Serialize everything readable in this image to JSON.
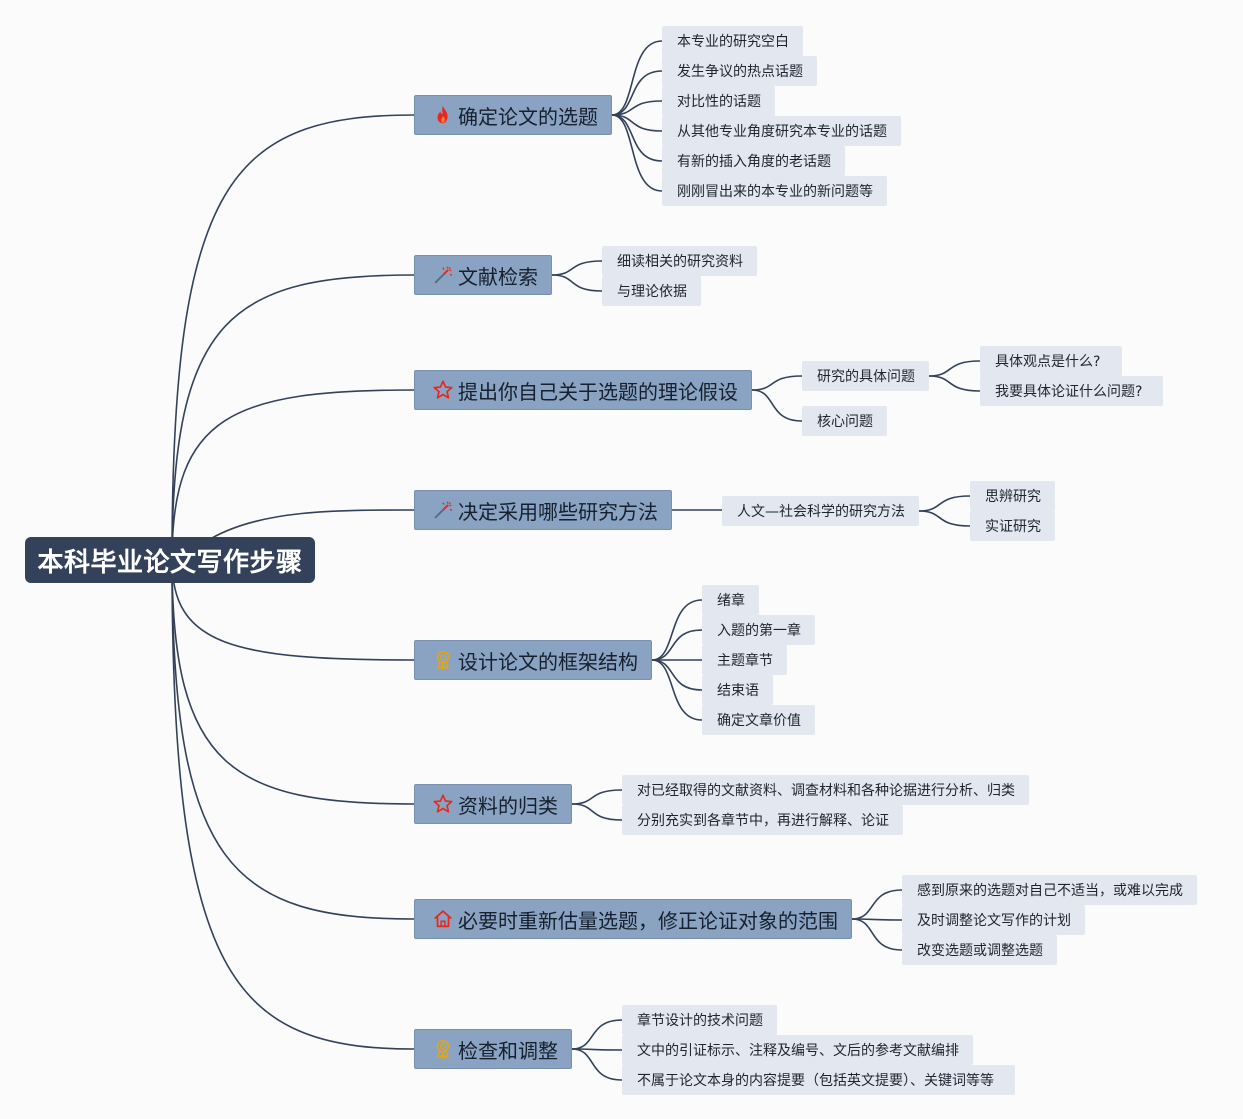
{
  "root": {
    "label": "本科毕业论文写作步骤"
  },
  "topics": [
    {
      "label": "确定论文的选题",
      "icon": "fire-icon",
      "children": [
        "本专业的研究空白",
        "发生争议的热点话题",
        "对比性的话题",
        "从其他专业角度研究本专业的话题",
        "有新的插入角度的老话题",
        "刚刚冒出来的本专业的新问题等"
      ]
    },
    {
      "label": "文献检索",
      "icon": "magic-wand-icon",
      "children": [
        "细读相关的研究资料",
        "与理论依据"
      ]
    },
    {
      "label": "提出你自己关于选题的理论假设",
      "icon": "star-icon",
      "children": [
        "研究的具体问题",
        "核心问题"
      ],
      "sub": [
        "具体观点是什么?",
        "我要具体论证什么问题?"
      ]
    },
    {
      "label": "决定采用哪些研究方法",
      "icon": "magic-wand-icon",
      "children": [
        "人文—社会科学的研究方法"
      ],
      "sub": [
        "思辨研究",
        "实证研究"
      ]
    },
    {
      "label": "设计论文的框架结构",
      "icon": "award-ribbon-icon",
      "children": [
        "绪章",
        "入题的第一章",
        "主题章节",
        "结束语",
        "确定文章价值"
      ]
    },
    {
      "label": "资料的归类",
      "icon": "star-icon",
      "children": [
        "对已经取得的文献资料、调查材料和各种论据进行分析、归类",
        "分别充实到各章节中，再进行解释、论证"
      ]
    },
    {
      "label": "必要时重新估量选题，修正论证对象的范围",
      "icon": "home-icon",
      "children": [
        "感到原来的选题对自己不适当，或难以完成",
        "及时调整论文写作的计划",
        "改变选题或调整选题"
      ]
    },
    {
      "label": "检查和调整",
      "icon": "award-ribbon-icon",
      "children": [
        "章节设计的技术问题",
        "文中的引证标示、注释及编号、文后的参考文献编排",
        "不属于论文本身的内容提要（包括英文提要）、关键词等等"
      ]
    }
  ],
  "colors": {
    "root": "#33425a",
    "branch": "#8aa3c2",
    "leaf": "#e3e8f0",
    "edge": "#33425a"
  }
}
